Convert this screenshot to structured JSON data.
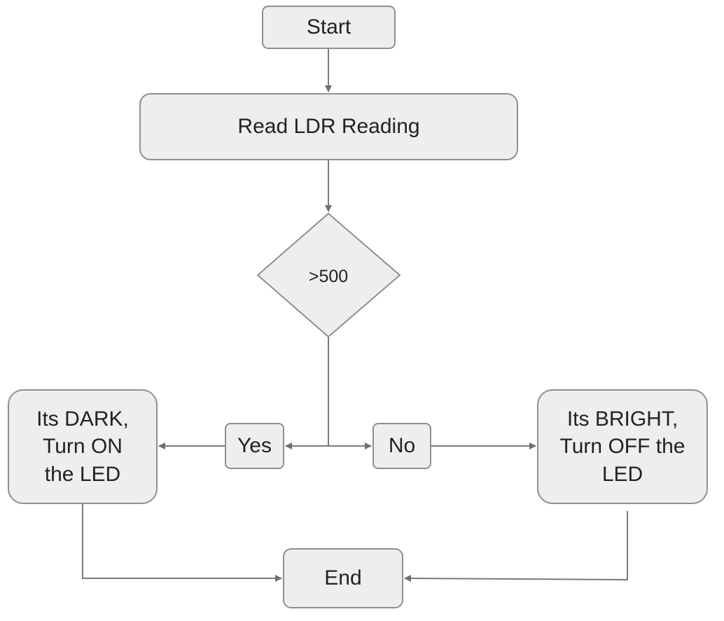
{
  "diagram": {
    "nodes": {
      "start": "Start",
      "read": "Read LDR Reading",
      "decision": ">500",
      "yes": "Yes",
      "no": "No",
      "dark": "Its DARK,\nTurn ON\nthe LED",
      "bright": "Its BRIGHT,\nTurn OFF the\nLED",
      "end": "End"
    },
    "colors": {
      "node_fill": "#eeeeee",
      "node_border": "#8f8f8f",
      "edge": "#6f6f6f",
      "text": "#222222"
    }
  }
}
